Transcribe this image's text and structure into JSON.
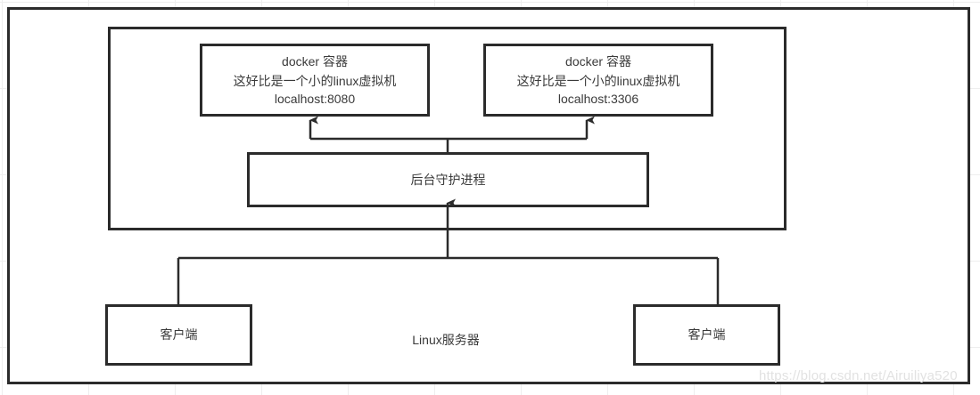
{
  "diagram": {
    "title_label": "Linux服务器",
    "engine_region": {
      "name": "docker-engine-region"
    },
    "containers": [
      {
        "title": "docker 容器",
        "description": "这好比是一个小的linux虚拟机",
        "address": "localhost:8080"
      },
      {
        "title": "docker 容器",
        "description": "这好比是一个小的linux虚拟机",
        "address": "localhost:3306"
      }
    ],
    "daemon": {
      "label": "后台守护进程"
    },
    "clients": [
      {
        "label": "客户端"
      },
      {
        "label": "客户端"
      }
    ],
    "watermark": "https://blog.csdn.net/Airuiliya520",
    "colors": {
      "stroke": "#2b2b2b",
      "text": "#3a3a3a",
      "background": "#ffffff",
      "watermark": "#e2e2e2",
      "grid": "#eeeeee"
    }
  }
}
